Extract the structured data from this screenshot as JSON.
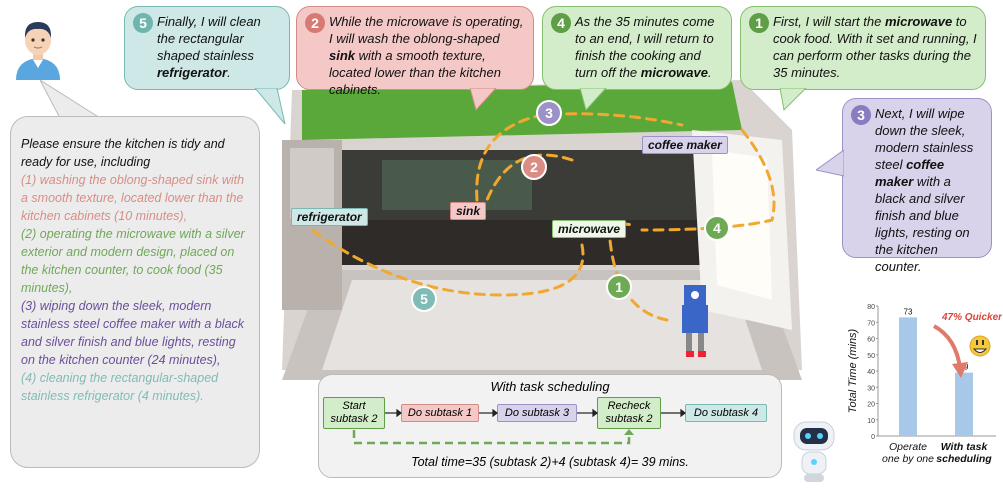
{
  "colors": {
    "pink": "#d98d85",
    "green": "#6ea956",
    "purple": "#6c4e9c",
    "teal": "#7fbcb7",
    "path": "#f0a830",
    "bar": "#a7c8e8",
    "quicker": "#d9463a"
  },
  "bubbles": {
    "b5": {
      "num": "5",
      "pre": "Finally, I will clean the rectangular shaped stainless ",
      "bold": "refrigerator",
      "post": "."
    },
    "b2": {
      "num": "2",
      "pre": "While the microwave is operating, I will wash the oblong-shaped ",
      "bold": "sink",
      "post": " with a smooth texture, located lower than the kitchen cabinets."
    },
    "b4": {
      "num": "4",
      "pre": "As the 35 minutes come to an end, I will return to finish the cooking and turn off the ",
      "bold": "microwave",
      "post": "."
    },
    "b1": {
      "num": "1",
      "pre": "First, I will start the ",
      "bold": "microwave",
      "post": " to cook food. With it set and running, I can perform other tasks during the 35 minutes."
    },
    "b3": {
      "num": "3",
      "pre": "Next, I will wipe down the sleek, modern stainless steel ",
      "bold": "coffee maker",
      "post": " with a black and silver finish and blue lights, resting on the kitchen counter."
    }
  },
  "instruction": {
    "intro": "Please ensure the kitchen is tidy and ready for use, including",
    "task1": "(1) washing the oblong-shaped sink with a smooth texture, located lower than the kitchen cabinets (10 minutes),",
    "task2": "(2) operating the microwave with a silver exterior and modern design, placed on the kitchen counter, to cook food (35 minutes),",
    "task3": "(3) wiping down the sleek, modern stainless steel coffee maker with a black and silver finish and blue lights, resting on the kitchen counter (24 minutes),",
    "task4": "(4) cleaning the rectangular-shaped stainless refrigerator (4 minutes)."
  },
  "scene_labels": {
    "coffee_maker": "coffee maker",
    "refrigerator": "refrigerator",
    "sink": "sink",
    "microwave": "microwave"
  },
  "path_markers": [
    "1",
    "2",
    "3",
    "4",
    "5"
  ],
  "scheduling": {
    "title": "With task scheduling",
    "steps": [
      "Start subtask 2",
      "Do subtask 1",
      "Do subtask 3",
      "Recheck subtask 2",
      "Do subtask 4"
    ],
    "total": "Total time=35 (subtask 2)+4 (subtask 4)= 39 mins."
  },
  "chart_data": {
    "type": "bar",
    "categories": [
      "Operate one by one",
      "With task scheduling"
    ],
    "values": [
      73,
      39
    ],
    "ylabel": "Total Time (mins)",
    "ylim": [
      0,
      80
    ],
    "yticks": [
      0,
      10,
      20,
      30,
      40,
      50,
      60,
      70,
      80
    ],
    "annotation": "47% Quicker!"
  }
}
